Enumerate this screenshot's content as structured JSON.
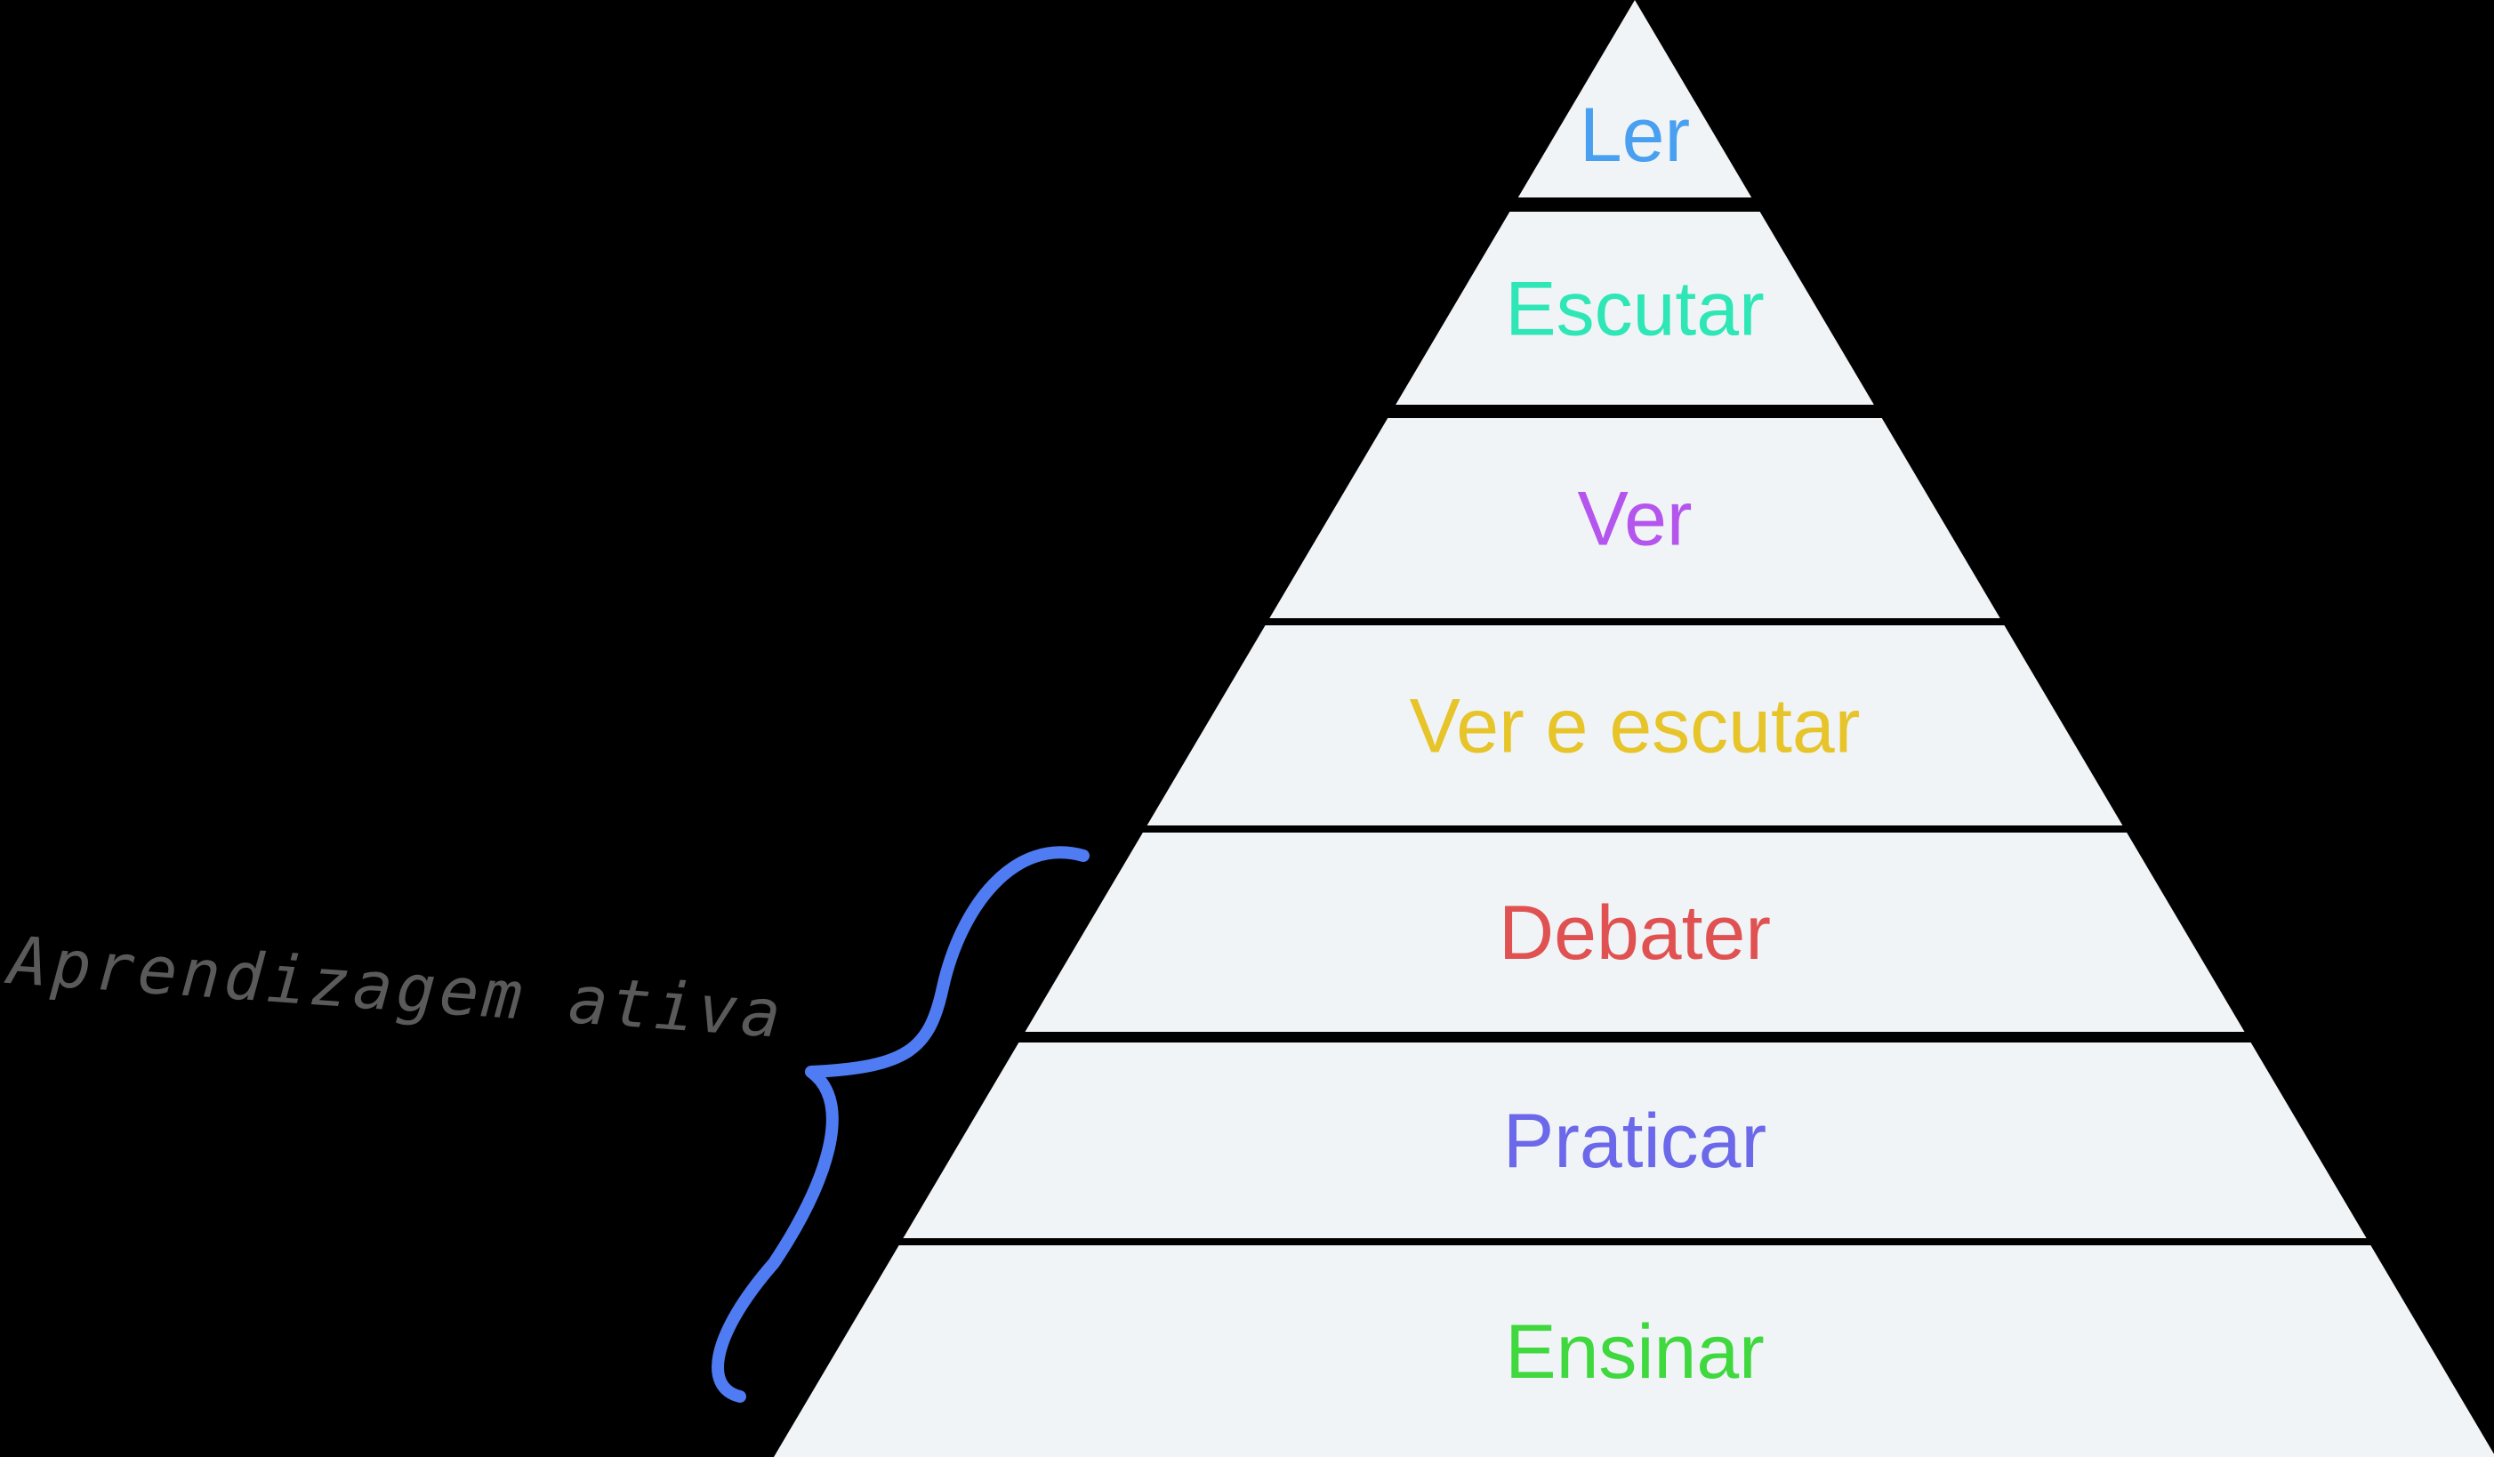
{
  "diagram": {
    "type": "pyramid",
    "tiers": [
      {
        "label": "Ler",
        "color": "#4aa0f0"
      },
      {
        "label": "Escutar",
        "color": "#2ee6b6"
      },
      {
        "label": "Ver",
        "color": "#b455ee"
      },
      {
        "label": "Ver e escutar",
        "color": "#e6c42a"
      },
      {
        "label": "Debater",
        "color": "#e05252"
      },
      {
        "label": "Praticar",
        "color": "#6b68ea"
      },
      {
        "label": "Ensinar",
        "color": "#3fd83f"
      }
    ],
    "tier_fill": "#f1f4f6",
    "background": "#000000",
    "annotation": {
      "text": "Aprendizagem ativa",
      "text_color": "#5a5a5a",
      "brace_color": "#4f7cf2",
      "covers_tiers": [
        "Debater",
        "Praticar",
        "Ensinar"
      ]
    }
  }
}
